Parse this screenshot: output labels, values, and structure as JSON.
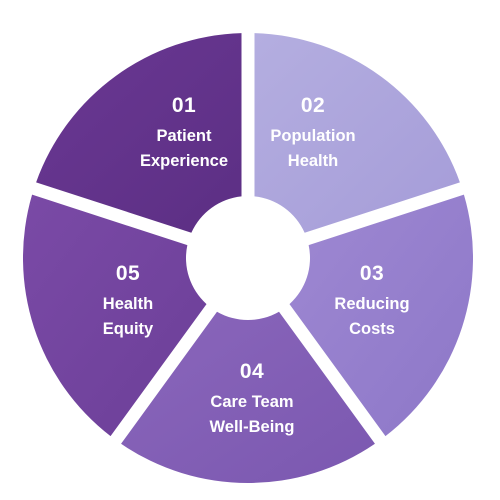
{
  "segments": [
    {
      "number": "01",
      "lines": [
        "Patient",
        "Experience"
      ],
      "color_start": "#b4aee0",
      "color_end": "#a59cd8"
    },
    {
      "number": "02",
      "lines": [
        "Population",
        "Health"
      ],
      "color_start": "#9e88d2",
      "color_end": "#8d77c8"
    },
    {
      "number": "03",
      "lines": [
        "Reducing",
        "Costs"
      ],
      "color_start": "#8a66bb",
      "color_end": "#7b58b0"
    },
    {
      "number": "04",
      "lines": [
        "Care Team",
        "Well-Being"
      ],
      "color_start": "#7a4aa6",
      "color_end": "#6c3f98"
    },
    {
      "number": "05",
      "lines": [
        "Health",
        "Equity"
      ],
      "color_start": "#6a3893",
      "color_end": "#5c2f84"
    }
  ]
}
